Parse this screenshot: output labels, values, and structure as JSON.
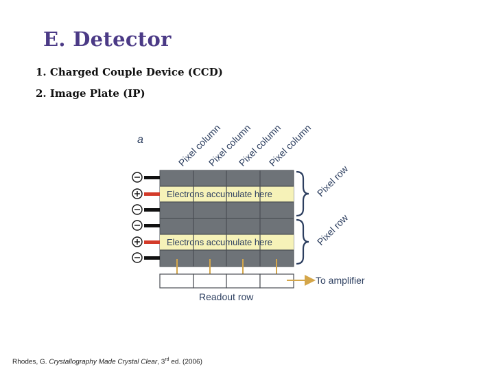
{
  "slide": {
    "title": "E. Detector",
    "items": [
      "1. Charged Couple Device (CCD)",
      "2. Image Plate (IP)"
    ]
  },
  "diagram": {
    "panel_label": "a",
    "columns": [
      "Pixel column",
      "Pixel column",
      "Pixel column",
      "Pixel column"
    ],
    "accumulate_label": "Electrons accumulate here",
    "pixel_row_label": "Pixel row",
    "amplifier_label": "To amplifier",
    "readout_label": "Readout row",
    "signs": [
      "minus",
      "plus",
      "minus",
      "minus",
      "plus",
      "minus"
    ],
    "colors": {
      "grid_gray": "#6e7378",
      "highlight_row": "#f6f2b8",
      "arrow": "#d4a64a",
      "plus_wire": "#d33b2a",
      "minus_wire": "#111111"
    }
  },
  "citation": {
    "author": "Rhodes, G. ",
    "book": "Crystallography Made Crystal Clear",
    "edition_num": ", 3",
    "edition_sup": "rd",
    "rest": " ed. (2006)"
  }
}
